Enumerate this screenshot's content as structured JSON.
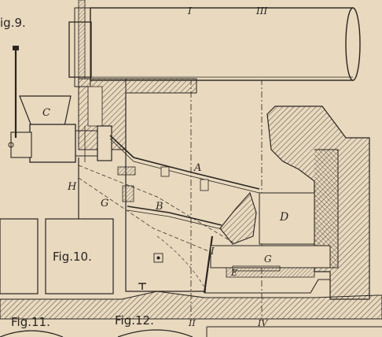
{
  "figure_labels": {
    "fig9": "ig.9.",
    "fig10": "Fig.10.",
    "fig11": "Fig.11.",
    "fig12": "Fig.12."
  },
  "section_marks": {
    "top_I": "I",
    "top_III": "III",
    "bottom_II": "II",
    "bottom_IV": "IV"
  },
  "part_labels": {
    "A": "A",
    "B": "B",
    "C": "C",
    "D": "D",
    "E": "E",
    "G_left": "G",
    "G_right": "G",
    "H": "H",
    "I_flap": "I"
  },
  "colors": {
    "paper": "#e8d9bf",
    "ink": "#2a2520",
    "hatch": "#5a5045"
  }
}
